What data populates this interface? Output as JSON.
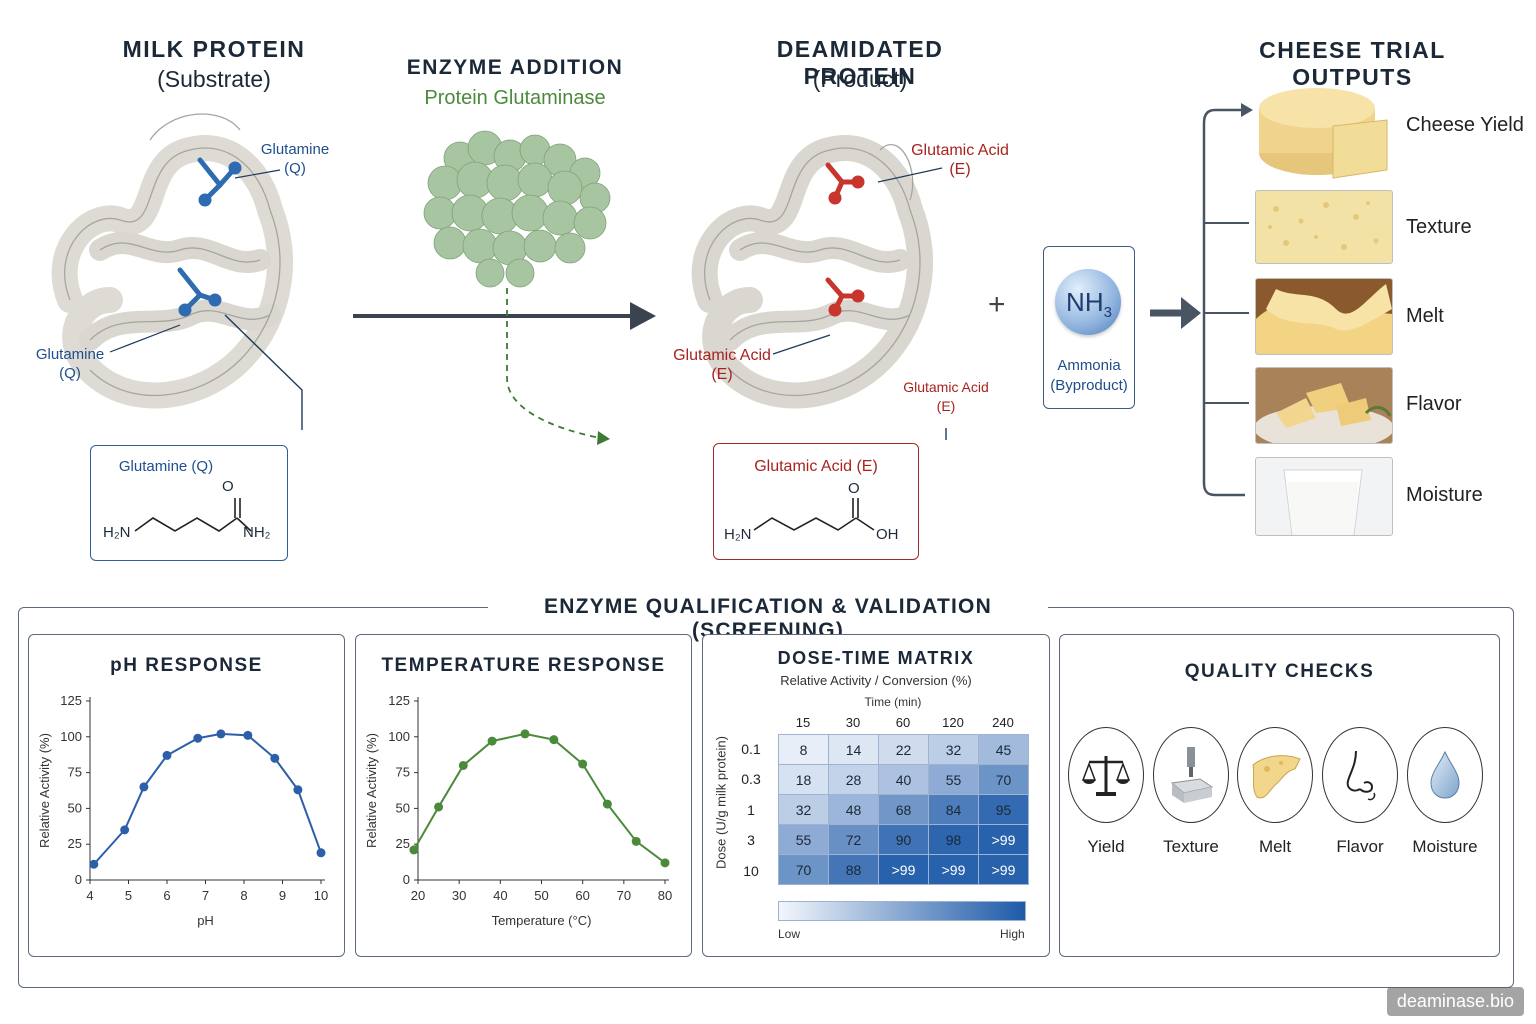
{
  "substrate": {
    "title": "MILK PROTEIN",
    "subtitle": "(Substrate)",
    "glutamine_top": "Glutamine",
    "glutamine_top_code": "(Q)",
    "glutamine_left": "Glutamine",
    "glutamine_left_code": "(Q)",
    "chem_title": "Glutamine (Q)",
    "chem_o": "O",
    "chem_h2n": "H₂N",
    "chem_nh2": "NH₂"
  },
  "enzyme": {
    "title": "ENZYME ADDITION",
    "name": "Protein Glutaminase"
  },
  "product": {
    "title": "DEAMIDATED PROTEIN",
    "subtitle": "(Product)",
    "acid_top": "Glutamic Acid",
    "acid_top_code": "(E)",
    "acid_left": "Glutamic Acid",
    "acid_left_code": "(E)",
    "acid_right": "Glutamic Acid",
    "acid_right_code": "(E)",
    "chem_title": "Glutamic Acid (E)",
    "chem_o": "O",
    "chem_h2n": "H₂N",
    "chem_oh": "OH"
  },
  "plus": "+",
  "byproduct": {
    "formula": "NH",
    "formula_sub": "3",
    "name": "Ammonia",
    "note": "(Byproduct)"
  },
  "outputs": {
    "title": "CHEESE TRIAL OUTPUTS",
    "items": [
      "Cheese Yield",
      "Texture",
      "Melt",
      "Flavor",
      "Moisture"
    ]
  },
  "screening": {
    "title": "ENZYME QUALIFICATION & VALIDATION (SCREENING)"
  },
  "ph_panel": {
    "title": "pH RESPONSE"
  },
  "temp_panel": {
    "title": "TEMPERATURE RESPONSE"
  },
  "chart_data": [
    {
      "type": "line",
      "title": "pH RESPONSE",
      "xlabel": "pH",
      "ylabel": "Relative Activity (%)",
      "xlim": [
        4,
        10
      ],
      "ylim": [
        0,
        125
      ],
      "xticks": [
        4,
        5,
        6,
        7,
        8,
        9,
        10
      ],
      "yticks": [
        0,
        25,
        50,
        75,
        100,
        125
      ],
      "x": [
        4.1,
        4.9,
        5.4,
        6.0,
        6.8,
        7.4,
        8.1,
        8.8,
        9.4,
        10.0
      ],
      "y": [
        11,
        35,
        65,
        87,
        99,
        102,
        101,
        85,
        63,
        19
      ],
      "color": "#2c5fa8",
      "grid": false
    },
    {
      "type": "line",
      "title": "TEMPERATURE RESPONSE",
      "xlabel": "Temperature (°C)",
      "ylabel": "Relative Activity (%)",
      "xlim": [
        20,
        80
      ],
      "ylim": [
        0,
        125
      ],
      "xticks": [
        20,
        30,
        40,
        50,
        60,
        70,
        80
      ],
      "yticks": [
        0,
        25,
        50,
        75,
        100,
        125
      ],
      "x": [
        19,
        25,
        31,
        38,
        46,
        53,
        60,
        66,
        73,
        80
      ],
      "y": [
        21,
        51,
        80,
        97,
        102,
        98,
        81,
        53,
        27,
        12
      ],
      "color": "#4a8a3a",
      "grid": false
    },
    {
      "type": "heatmap",
      "title": "DOSE-TIME MATRIX",
      "subtitle": "Relative Activity / Conversion (%)",
      "xlabel": "Time (min)",
      "ylabel": "Dose (U/g milk protein)",
      "columns": [
        "15",
        "30",
        "60",
        "120",
        "240"
      ],
      "rows": [
        "0.1",
        "0.3",
        "1",
        "3",
        "10"
      ],
      "values": [
        [
          "8",
          "14",
          "22",
          "32",
          "45"
        ],
        [
          "18",
          "28",
          "40",
          "55",
          "70"
        ],
        [
          "32",
          "48",
          "68",
          "84",
          "95"
        ],
        [
          "55",
          "72",
          "90",
          "98",
          ">99"
        ],
        [
          "70",
          "88",
          ">99",
          ">99",
          ">99"
        ]
      ],
      "legend_low": "Low",
      "legend_high": "High",
      "color_low": "#f2f6fc",
      "color_high": "#1e5aa8"
    }
  ],
  "quality": {
    "title": "QUALITY CHECKS",
    "items": [
      "Yield",
      "Texture",
      "Melt",
      "Flavor",
      "Moisture"
    ]
  },
  "watermark": "deaminase.bio"
}
